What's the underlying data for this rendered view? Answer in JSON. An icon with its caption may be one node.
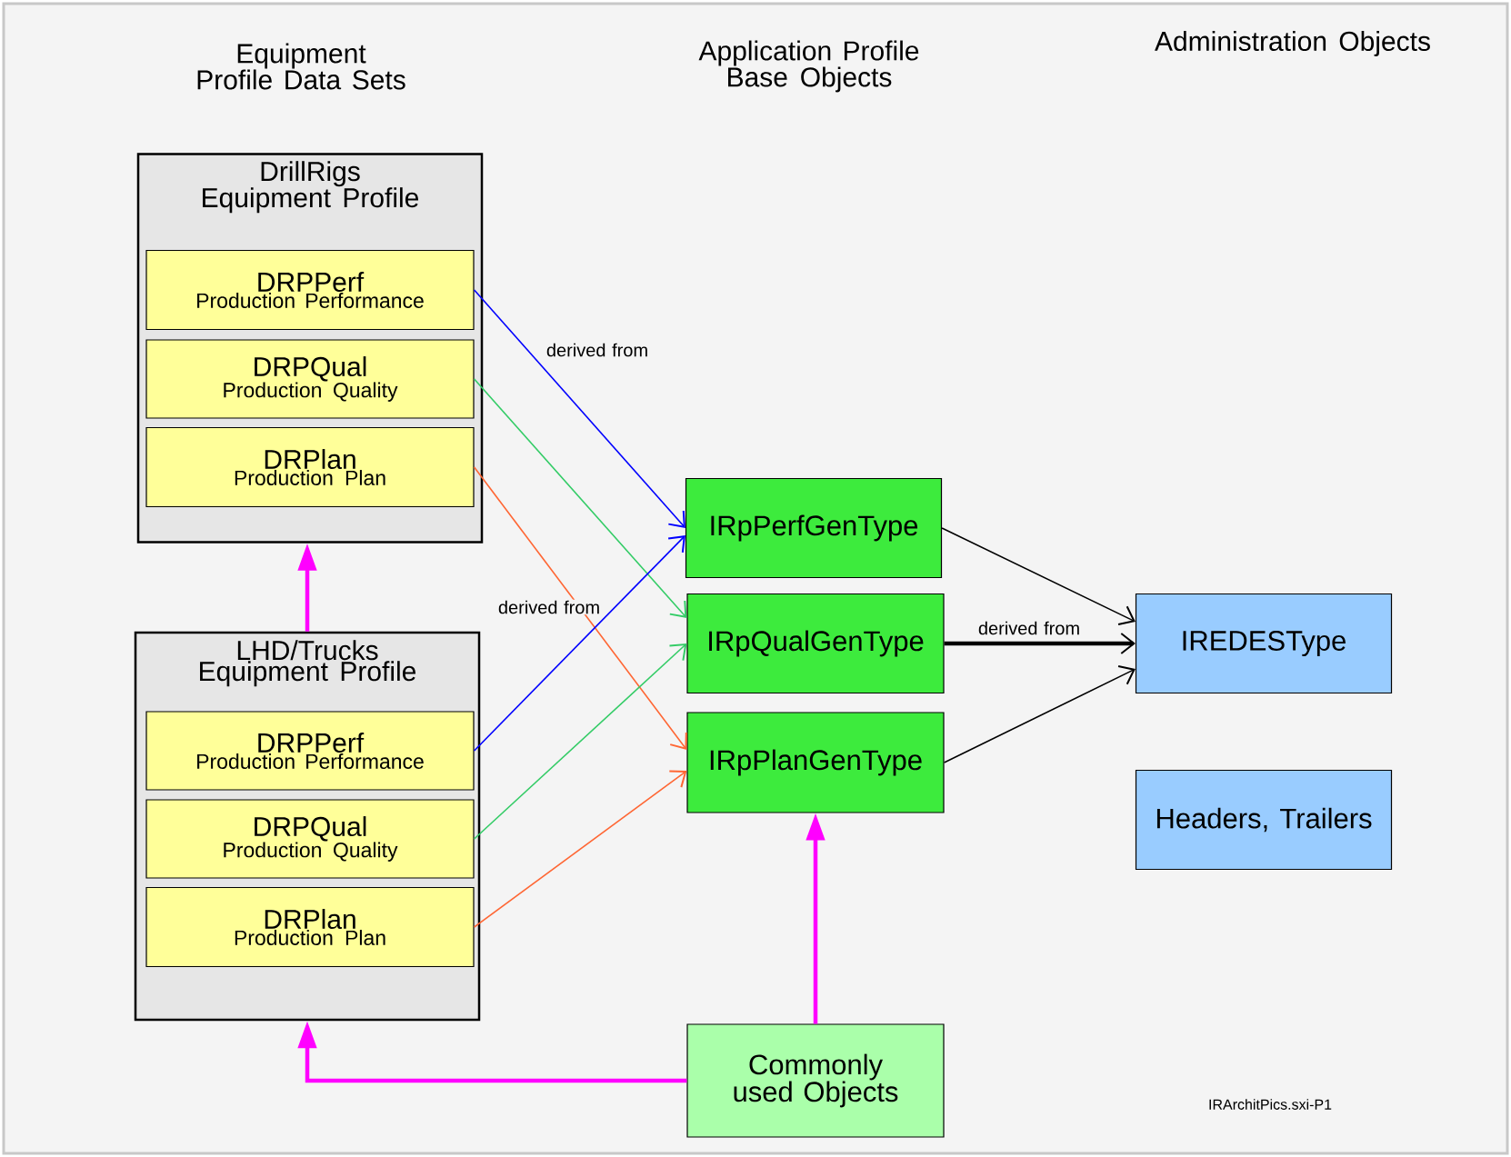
{
  "diagram": {
    "nodes": [
      {
        "text": [
          "DrillRigs Equipment Profile"
        ]
      },
      {
        "text": [
          "DRPPerf",
          "Production Performance"
        ],
        "in": 0
      },
      {
        "text": [
          "DRPQual",
          "Production Quality"
        ],
        "in": 0
      },
      {
        "text": [
          "DRPlan",
          "Production Plan"
        ],
        "in": 0
      },
      {
        "text": [
          "LHD/Trucks Equipment Profile"
        ]
      },
      {
        "text": [
          "DRPPerf",
          "Production Performance"
        ],
        "in": 4
      },
      {
        "text": [
          "DRPQual",
          "Production Quality"
        ],
        "in": 4
      },
      {
        "text": [
          "DRPlan",
          "Production Plan"
        ],
        "in": 4
      },
      {
        "text": [
          "IRpPerfGenType"
        ]
      },
      {
        "text": [
          "IRpQualGenType"
        ]
      },
      {
        "text": [
          "IRpPlanGenType"
        ]
      },
      {
        "text": [
          "IREDESType"
        ]
      },
      {
        "text": [
          "Headers, Trailers"
        ]
      },
      {
        "text": [
          "Commonly used Objects"
        ]
      }
    ],
    "edges": [
      {
        "from": 1,
        "to": 8,
        "arrow": "to",
        "label": "derived from",
        "color": "#0000ff"
      },
      {
        "from": 2,
        "to": 9,
        "arrow": "to",
        "color": "#33cc66"
      },
      {
        "from": 3,
        "to": 10,
        "arrow": "to",
        "color": "#ff6633"
      },
      {
        "from": 5,
        "to": 8,
        "arrow": "to",
        "label": "derived from",
        "color": "#0000ff"
      },
      {
        "from": 6,
        "to": 9,
        "arrow": "to",
        "color": "#33cc66"
      },
      {
        "from": 7,
        "to": 10,
        "arrow": "to",
        "color": "#ff6633"
      },
      {
        "from": 8,
        "to": 11,
        "arrow": "to",
        "color": "#000000"
      },
      {
        "from": 9,
        "to": 11,
        "arrow": "to",
        "label": "derived from",
        "style": "thick",
        "color": "#000000"
      },
      {
        "from": 10,
        "to": 11,
        "arrow": "to",
        "color": "#000000"
      },
      {
        "from": 4,
        "to": 0,
        "arrow": "to",
        "style": "thick",
        "color": "#ff00ff"
      },
      {
        "from": 13,
        "to": 10,
        "arrow": "to",
        "style": "thick",
        "color": "#ff00ff"
      },
      {
        "from": 13,
        "to": 4,
        "arrow": "to",
        "style": "thick",
        "color": "#ff00ff"
      }
    ],
    "labels": [
      "Equipment Profile Data Sets",
      "Application Profile Base Objects",
      "Administration Objects",
      "IRArchitPics.sxi-P1"
    ]
  }
}
